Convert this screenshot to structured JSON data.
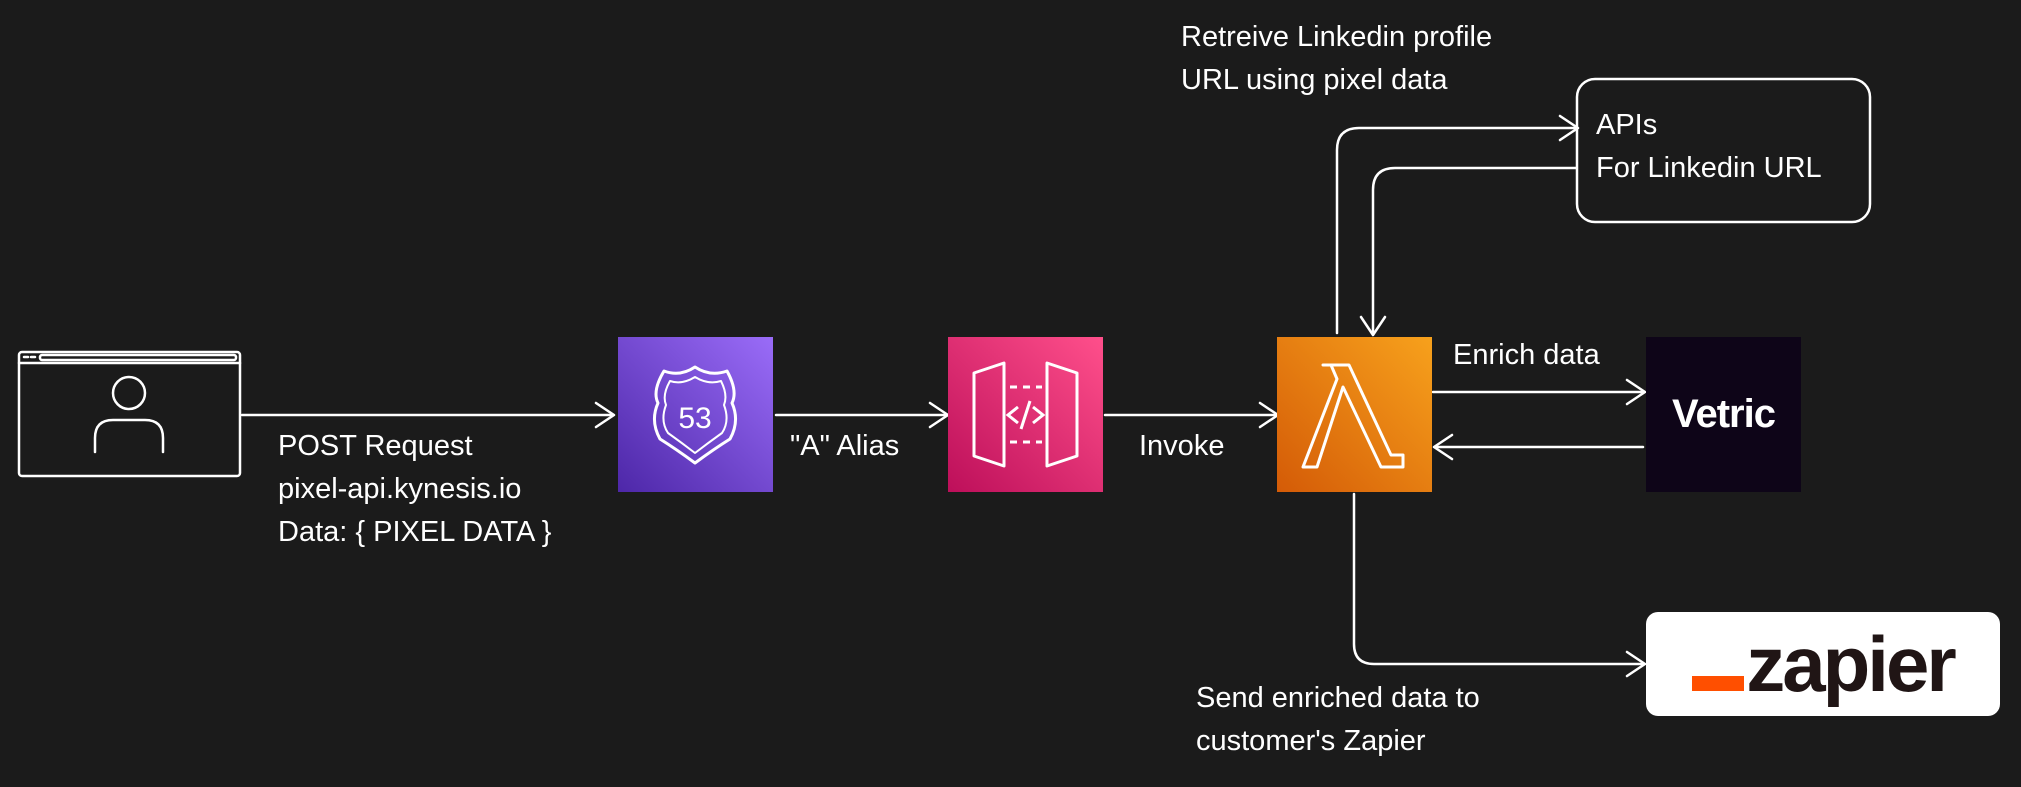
{
  "labels": {
    "post_line1": "POST Request",
    "post_line2": "pixel-api.kynesis.io",
    "post_line3": "Data: { PIXEL DATA }",
    "alias": "\"A\" Alias",
    "invoke": "Invoke",
    "retrieve_line1": "Retreive Linkedin profile",
    "retrieve_line2": "URL using pixel data",
    "apis_line1": "APIs",
    "apis_line2": "For Linkedin URL",
    "enrich": "Enrich data",
    "send_line1": "Send enriched data to",
    "send_line2": "customer's Zapier"
  },
  "nodes": {
    "browser_user": {
      "icon": "user-browser-icon"
    },
    "route53": {
      "icon": "route53-icon",
      "text": "53",
      "color_top": "#9a6cf8",
      "color_bottom": "#4d27a8"
    },
    "api_gateway": {
      "icon": "api-gateway-icon",
      "color_top": "#ff4f8b",
      "color_bottom": "#bd0f5a"
    },
    "lambda": {
      "icon": "lambda-icon",
      "color_top": "#f7a11c",
      "color_bottom": "#d45b07"
    },
    "vetric": {
      "text": "Vetric",
      "background": "#0e0518"
    },
    "zapier": {
      "text": "zapier",
      "accent": "#ff4f00"
    }
  },
  "colors": {
    "background": "#1b1b1b",
    "stroke": "#ffffff"
  }
}
